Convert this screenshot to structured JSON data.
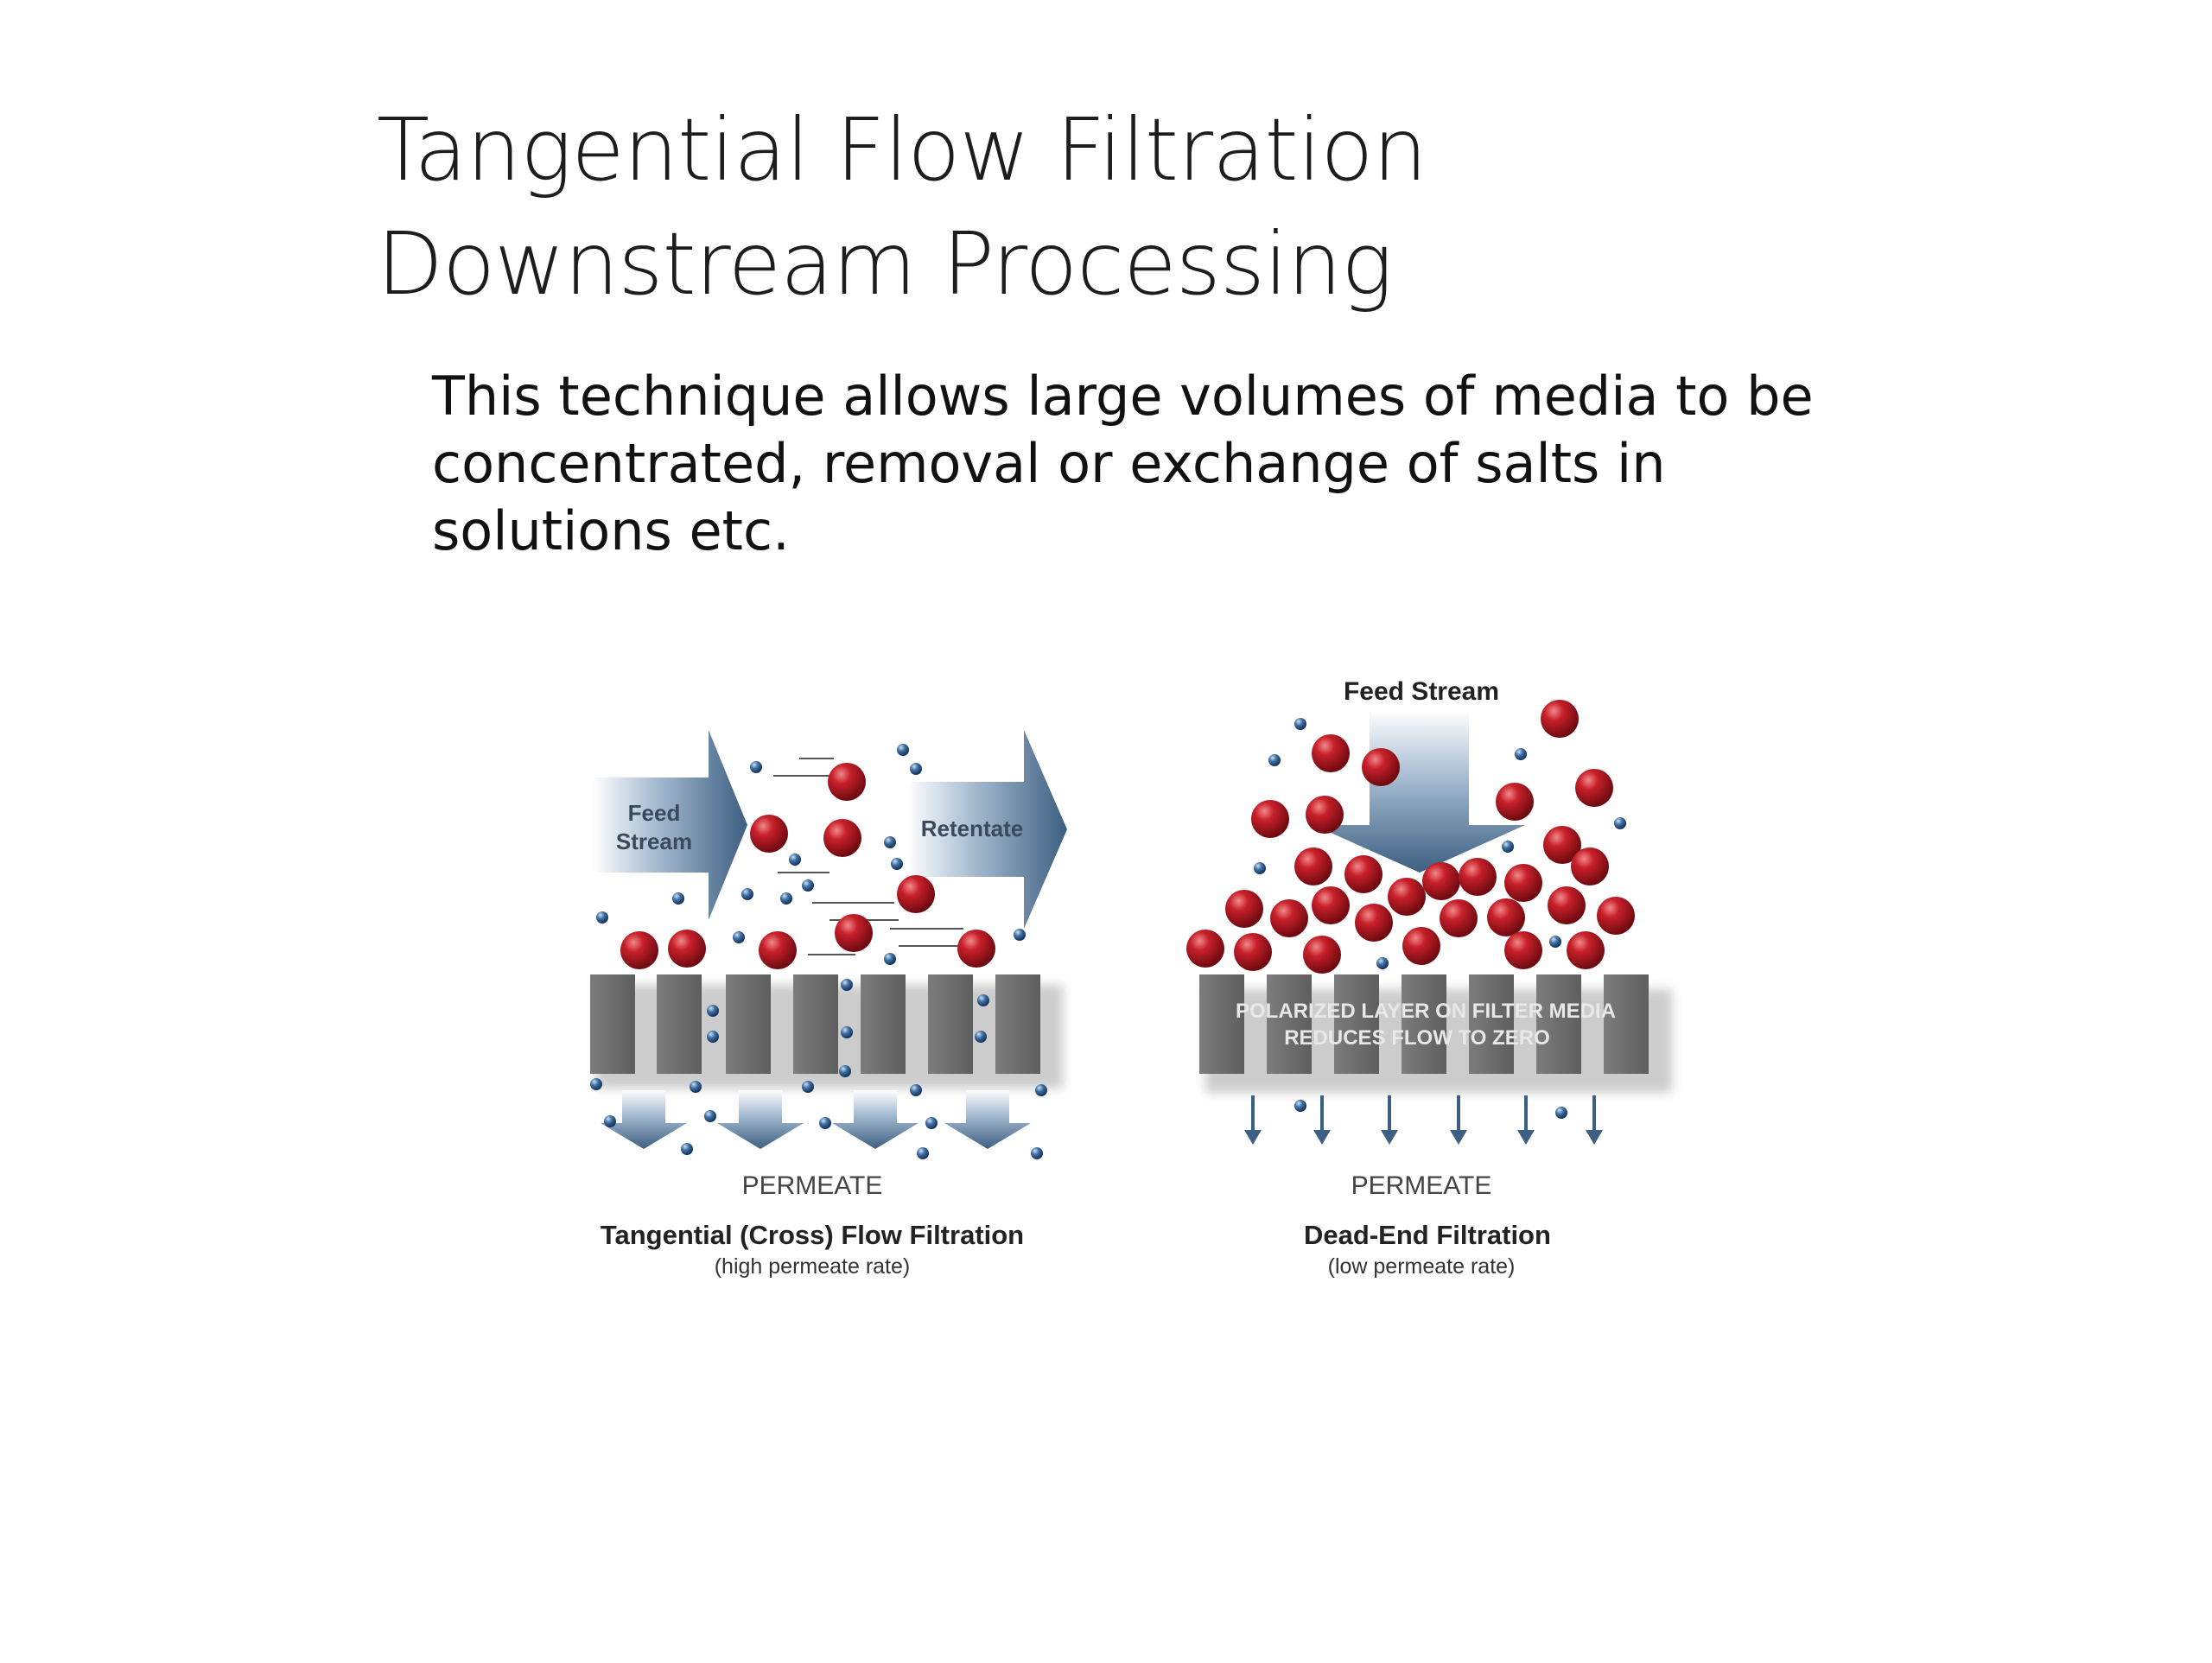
{
  "slide": {
    "title_lines": [
      "Tangential Flow Filtration",
      "Downstream Processing"
    ],
    "body": "This technique allows large volumes of media to be concentrated, removal or exchange of salts in solutions etc."
  },
  "diagram": {
    "tangential": {
      "feed_label_1": "Feed",
      "feed_label_2": "Stream",
      "retentate_label": "Retentate",
      "permeate_label": "PERMEATE",
      "caption": "Tangential (Cross) Flow Filtration",
      "subcaption": "(high permeate rate)"
    },
    "deadend": {
      "feed_label": "Feed Stream",
      "layer_label_1": "POLARIZED LAYER ON FILTER MEDIA",
      "layer_label_2": "REDUCES FLOW TO ZERO",
      "permeate_label": "PERMEATE",
      "caption": "Dead-End Filtration",
      "subcaption": "(low permeate rate)"
    },
    "colors": {
      "particle_large": "#b5121b",
      "particle_small": "#2f5f96",
      "arrow": "#3d5f82",
      "filter": "#6f6f6f"
    }
  }
}
